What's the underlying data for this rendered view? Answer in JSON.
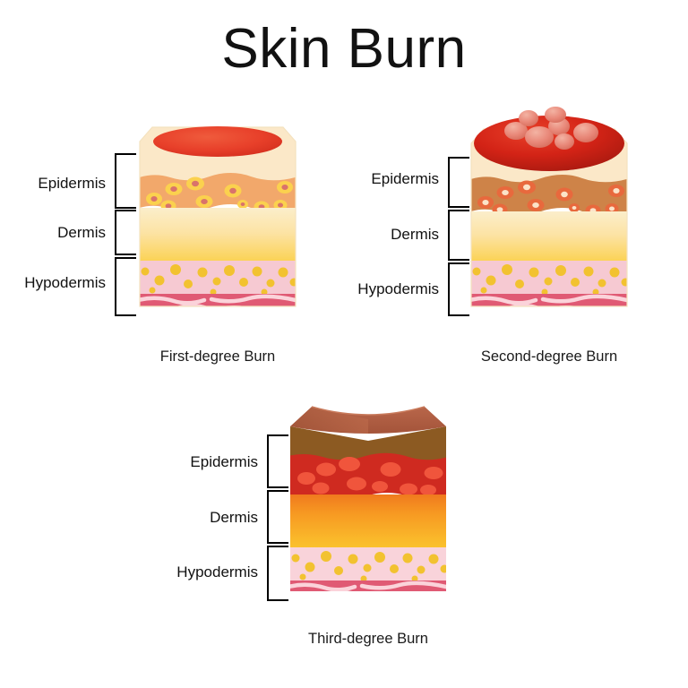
{
  "title": "Skin Burn",
  "layer_labels": {
    "epidermis": "Epidermis",
    "dermis": "Dermis",
    "hypodermis": "Hypodermis"
  },
  "panels": [
    {
      "id": "first-degree",
      "caption": "First-degree Burn",
      "labels": [
        "Epidermis",
        "Dermis",
        "Hypodermis"
      ],
      "burn_surface": "red-ellipse",
      "blisters": 0,
      "epidermis_color": "#f2a86b",
      "surface_color": "#e8402a"
    },
    {
      "id": "second-degree",
      "caption": "Second-degree Burn",
      "labels": [
        "Epidermis",
        "Dermis",
        "Hypodermis"
      ],
      "burn_surface": "red-ellipse-with-blisters",
      "blisters": 6,
      "epidermis_color": "#ce8348",
      "surface_color": "#d32316"
    },
    {
      "id": "third-degree",
      "caption": "Third-degree Burn",
      "labels": [
        "Epidermis",
        "Dermis",
        "Hypodermis"
      ],
      "burn_surface": "charred-concave",
      "blisters": 0,
      "epidermis_color": "#8c5a22",
      "surface_color": "#c9543a"
    }
  ],
  "colors": {
    "background": "#ffffff",
    "title": "#121212",
    "bracket": "#000000",
    "skin_light": "#fbe8c8",
    "dermis_top": "#fbeecb",
    "dermis_bottom": "#fbd14e",
    "fat": "#f6c9d2",
    "fat_globule": "#f2c230",
    "muscle": "#e05a74",
    "muscle_fiber": "#fbd3da",
    "epidermis_first": "#f2a86b",
    "epidermis_second": "#ce8348",
    "epidermis_third": "#8c5a22",
    "burn_red": "#e8402a",
    "burn_red_dark": "#c4241a",
    "blister": "#e9897a",
    "char_brown": "#a85c3c",
    "deep_red": "#cf2a20"
  }
}
